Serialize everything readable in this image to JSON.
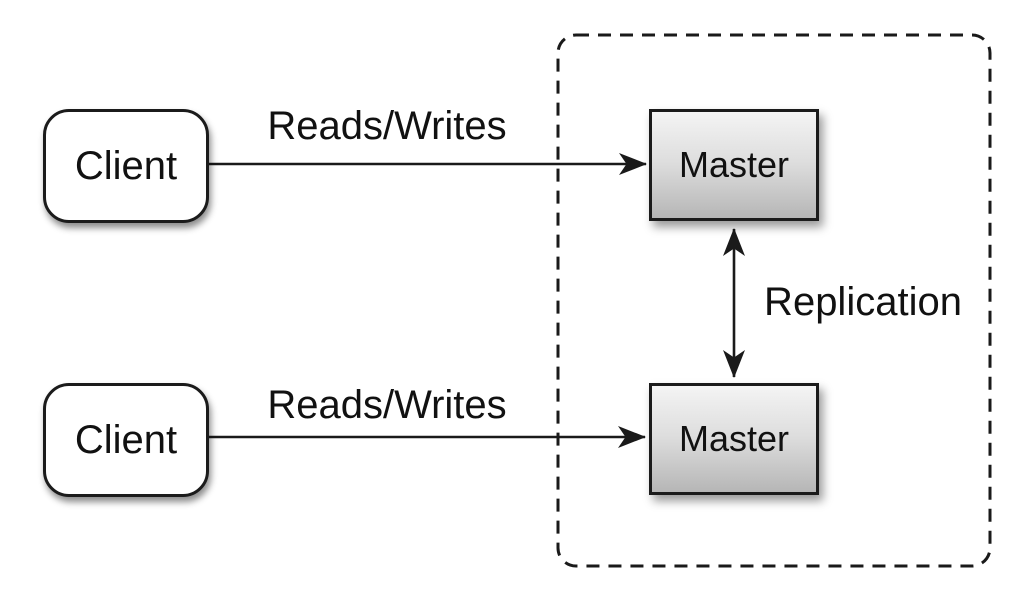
{
  "diagram": {
    "title": "master-master-replication",
    "nodes": {
      "client_top": {
        "label": "Client",
        "shape": "rounded-rect"
      },
      "client_bottom": {
        "label": "Client",
        "shape": "rounded-rect"
      },
      "master_top": {
        "label": "Master",
        "shape": "rect-gradient"
      },
      "master_bottom": {
        "label": "Master",
        "shape": "rect-gradient"
      }
    },
    "edges": {
      "reads_writes_top": {
        "label": "Reads/Writes",
        "from": "client_top",
        "to": "master_top",
        "arrow": "single"
      },
      "reads_writes_bottom": {
        "label": "Reads/Writes",
        "from": "client_bottom",
        "to": "master_bottom",
        "arrow": "single"
      },
      "replication": {
        "label": "Replication",
        "from": "master_top",
        "to": "master_bottom",
        "arrow": "double"
      }
    },
    "groups": {
      "master_cluster": {
        "style": "dashed-rounded-rect",
        "contains": [
          "master_top",
          "master_bottom"
        ]
      }
    },
    "colors": {
      "background": "#ffffff",
      "line": "#1a1a1a",
      "text": "#111111",
      "node_border": "#1b1b1b",
      "client_fill": "#ffffff",
      "master_gradient_top": "#f4f4f4",
      "master_gradient_bottom": "#b6b6b6"
    }
  }
}
